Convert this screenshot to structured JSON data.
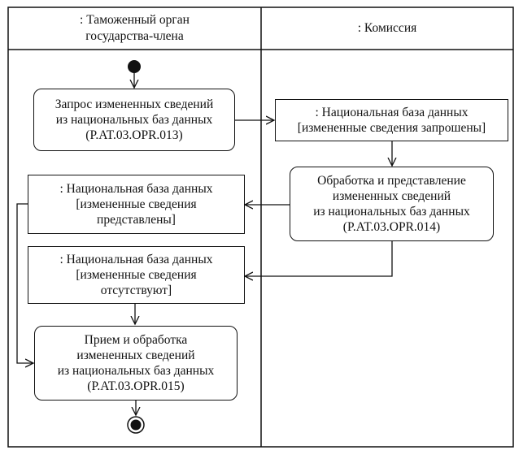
{
  "lanes": [
    {
      "title_lines": [
        ": Таможенный орган",
        "государства-члена"
      ]
    },
    {
      "title_lines": [
        ": Комиссия"
      ]
    }
  ],
  "nodes": {
    "a013": {
      "kind": "action",
      "lines": [
        "Запрос измененных сведений",
        "из национальных баз данных",
        "(P.AT.03.OPR.013)"
      ]
    },
    "o_requested": {
      "kind": "object",
      "lines": [
        ": Национальная база данных",
        "[измененные сведения запрошены]"
      ]
    },
    "a014": {
      "kind": "action",
      "lines": [
        "Обработка и представление",
        "измененных сведений",
        "из национальных баз данных",
        "(P.AT.03.OPR.014)"
      ]
    },
    "o_presented": {
      "kind": "object",
      "lines": [
        ": Национальная база данных",
        "[измененные сведения",
        "представлены]"
      ]
    },
    "o_absent": {
      "kind": "object",
      "lines": [
        ": Национальная база данных",
        "[измененные сведения",
        "отсутствуют]"
      ]
    },
    "a015": {
      "kind": "action",
      "lines": [
        "Прием и обработка",
        "измененных сведений",
        "из национальных баз данных",
        "(P.AT.03.OPR.015)"
      ]
    }
  }
}
